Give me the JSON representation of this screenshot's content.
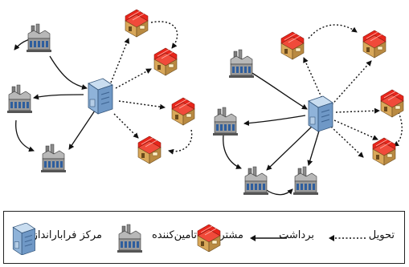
{
  "legend": {
    "delivery": "تحویل",
    "pickup": "برداشت",
    "customer": "مشتری",
    "supplier": "تامین‌کننده",
    "hub": "مرکز فرابارانداز"
  },
  "colors": {
    "arrow": "#111111",
    "roof_red": "#e8261c",
    "building_tan": "#d9a85a",
    "hub_blue": "#8fb3d9",
    "factory_gray": "#9a9a9a"
  }
}
